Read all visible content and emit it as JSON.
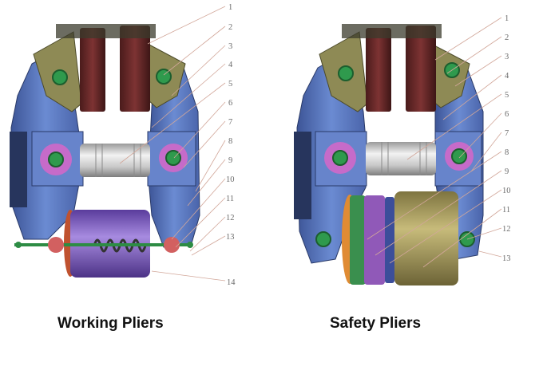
{
  "figures": [
    {
      "caption": "Working Pliers",
      "callouts": [
        "1",
        "2",
        "3",
        "4",
        "5",
        "6",
        "7",
        "8",
        "9",
        "10",
        "11",
        "12",
        "13",
        "14"
      ]
    },
    {
      "caption": "Safety Pliers",
      "callouts": [
        "1",
        "2",
        "3",
        "4",
        "5",
        "6",
        "7",
        "8",
        "9",
        "10",
        "11",
        "12",
        "13"
      ]
    }
  ],
  "colors": {
    "arm_blue": "#5d7ec6",
    "arm_dark": "#2f3f6e",
    "brake_pad": "#6e2a2a",
    "pad_holder": "#7d7a48",
    "shaft_silver": "#d7d7d7",
    "pivot_pink": "#c66bc9",
    "pivot_green": "#2f9a4d",
    "cylinder_purple": "#7b56c4",
    "cylinder_gold": "#a79a58",
    "spring_dark": "#333333",
    "leader_line": "#d2a79a"
  }
}
